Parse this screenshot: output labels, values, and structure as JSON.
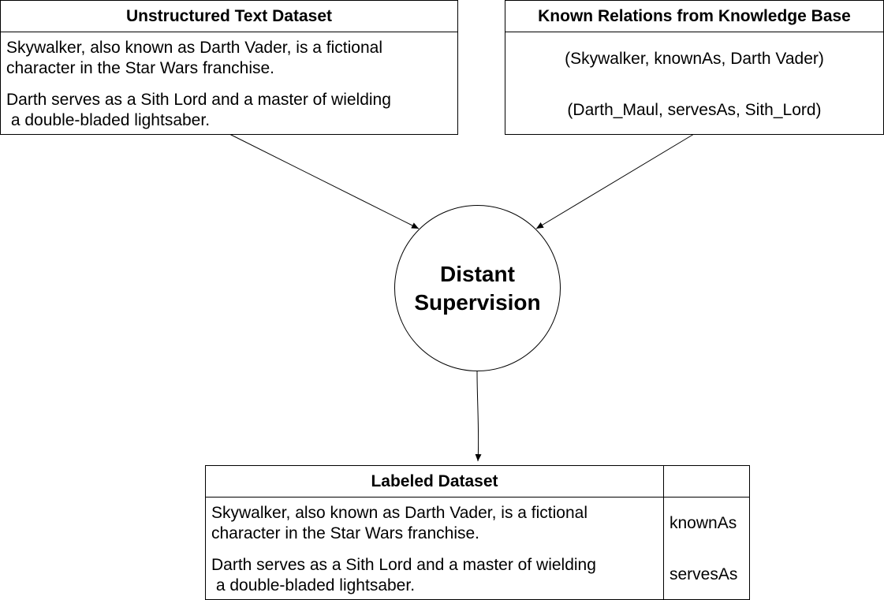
{
  "unstructured": {
    "title": "Unstructured Text Dataset",
    "sentence1": "Skywalker, also known as Darth Vader, is a fictional\ncharacter in the Star Wars franchise.",
    "sentence2": "Darth serves as a Sith Lord and a master of wielding\n a double-bladed lightsaber."
  },
  "known": {
    "title": "Known Relations from Knowledge Base",
    "relation1": "(Skywalker, knownAs, Darth Vader)",
    "relation2": "(Darth_Maul, servesAs, Sith_Lord)"
  },
  "center": {
    "line1": "Distant",
    "line2": "Supervision"
  },
  "labeled": {
    "title": "Labeled Dataset",
    "label_header": "",
    "rows": [
      {
        "text": "Skywalker, also known as Darth Vader, is a fictional\ncharacter in the Star Wars franchise.",
        "label": "knownAs"
      },
      {
        "text": "Darth serves as a Sith Lord and a master of wielding\n a double-bladed lightsaber.",
        "label": "servesAs"
      }
    ]
  }
}
